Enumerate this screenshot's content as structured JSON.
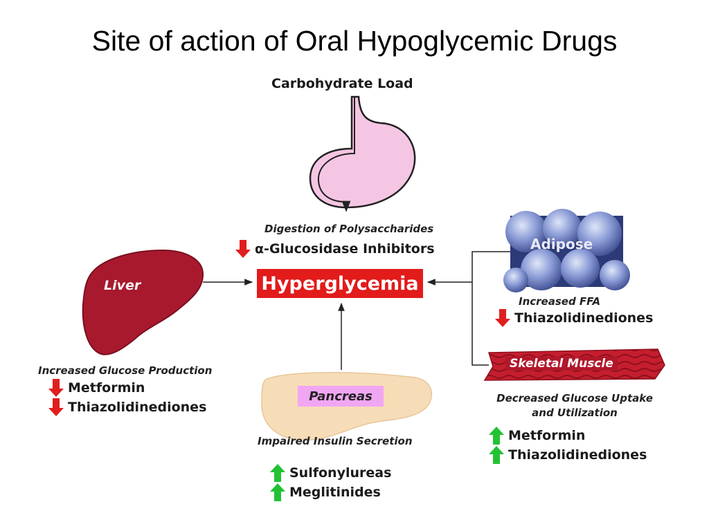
{
  "title": "Site of action of Oral Hypoglycemic Drugs",
  "center": {
    "label": "Hyperglycemia",
    "color": "#e21b1b"
  },
  "stomach": {
    "top_label": "Carbohydrate Load",
    "caption": "Digestion of Polysaccharides",
    "drugs": [
      {
        "name": "α-Glucosidase Inhibitors",
        "effect": "decrease",
        "icon": "red-down-arrow-icon"
      }
    ]
  },
  "liver": {
    "label": "Liver",
    "caption": "Increased Glucose Production",
    "drugs": [
      {
        "name": "Metformin",
        "effect": "decrease",
        "icon": "red-down-arrow-icon"
      },
      {
        "name": "Thiazolidinediones",
        "effect": "decrease",
        "icon": "red-down-arrow-icon"
      }
    ]
  },
  "adipose": {
    "label": "Adipose",
    "caption": "Increased FFA",
    "drugs": [
      {
        "name": "Thiazolidinediones",
        "effect": "decrease",
        "icon": "red-down-arrow-icon"
      }
    ]
  },
  "skeletal_muscle": {
    "label": "Skeletal Muscle",
    "caption_line1": "Decreased Glucose Uptake",
    "caption_line2": "and Utilization",
    "drugs": [
      {
        "name": "Metformin",
        "effect": "increase",
        "icon": "green-up-arrow-icon"
      },
      {
        "name": "Thiazolidinediones",
        "effect": "increase",
        "icon": "green-up-arrow-icon"
      }
    ]
  },
  "pancreas": {
    "label": "Pancreas",
    "caption": "Impaired Insulin Secretion",
    "drugs": [
      {
        "name": "Sulfonylureas",
        "effect": "increase",
        "icon": "green-up-arrow-icon"
      },
      {
        "name": "Meglitinides",
        "effect": "increase",
        "icon": "green-up-arrow-icon"
      }
    ]
  },
  "colors": {
    "decrease_arrow": "#e01e1e",
    "increase_arrow": "#22c233",
    "liver": "#a8192e",
    "adipose": "#6f82c6",
    "stomach": "#f4c6e3",
    "pancreas": "#f7dcb8",
    "muscle": "#c41e2e"
  }
}
